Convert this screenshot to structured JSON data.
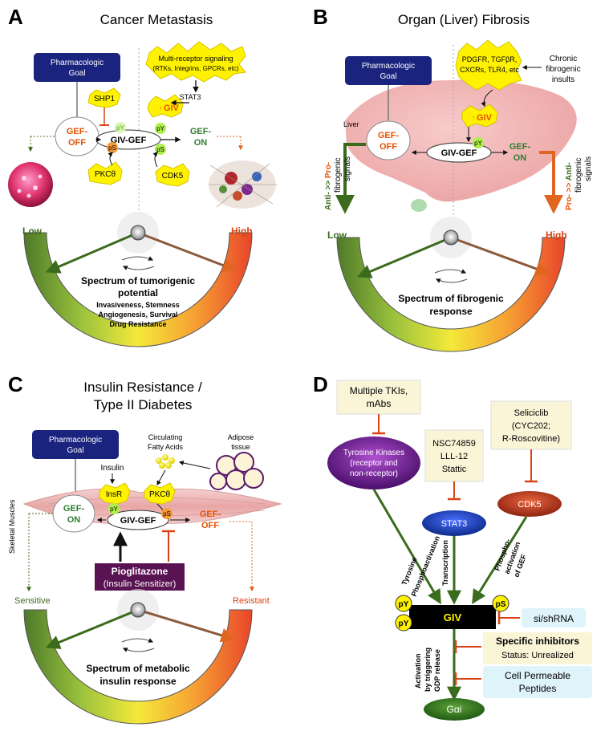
{
  "panelA": {
    "letter": "A",
    "title": "Cancer Metastasis",
    "pharm_goal": [
      "Pharmacologic",
      "Goal"
    ],
    "burst": [
      "Multi-receptor signaling",
      "(RTKs, Integrins, GPCRs, etc)"
    ],
    "stat3": "STAT3",
    "giv_up": "GIV",
    "shp1": "SHP1",
    "gef_off": [
      "GEF-",
      "OFF"
    ],
    "gef_on": [
      "GEF-",
      "ON"
    ],
    "giv_gef": "GIV-GEF",
    "py": "pY",
    "ps": "pS",
    "pkc": "PKCθ",
    "cdk5": "CDK5",
    "low": "Low",
    "high": "High",
    "spectrum": [
      "Spectrum of tumorigenic",
      "potential"
    ],
    "spectrum_sub": [
      "Invasiveness, Stemness",
      "Angiogenesis, Survival",
      "Drug Resistance"
    ]
  },
  "panelB": {
    "letter": "B",
    "title": "Organ (Liver) Fibrosis",
    "pharm_goal": [
      "Pharmacologic",
      "Goal"
    ],
    "burst": [
      "PDGFR, TGFβR,",
      "CXCRs, TLR4, etc"
    ],
    "chronic": [
      "Chronic",
      "fibrogenic",
      "insults"
    ],
    "giv_up": "GIV",
    "liver": "Liver",
    "gef_off": [
      "GEF-",
      "OFF"
    ],
    "gef_on": [
      "GEF-",
      "ON"
    ],
    "giv_gef": "GIV-GEF",
    "py": "pY",
    "left_vert": {
      "a": "Anti- >> ",
      "b": "Pro-",
      "c": "fibrogenic",
      "d": "signals"
    },
    "right_vert": {
      "a": "Pro- >> ",
      "b": "Anti-",
      "c": "fibrogenic",
      "d": "signals"
    },
    "low": "Low",
    "high": "High",
    "spectrum": [
      "Spectrum of fibrogenic",
      "response"
    ]
  },
  "panelC": {
    "letter": "C",
    "title": [
      "Insulin Resistance /",
      "Type II Diabetes"
    ],
    "pharm_goal": [
      "Pharmacologic",
      "Goal"
    ],
    "fatty": [
      "Circulating",
      "Fatty Acids"
    ],
    "adipose": [
      "Adipose",
      "tissue"
    ],
    "insulin": "Insulin",
    "insr": "InsR",
    "pkc": "PKCθ",
    "skeletal": "Skeletal Muscles",
    "gef_on": [
      "GEF-",
      "ON"
    ],
    "gef_off": [
      "GEF-",
      "OFF"
    ],
    "giv_gef": "GIV-GEF",
    "py": "pY",
    "ps": "pS",
    "pioglitazone": "Pioglitazone",
    "sensitizer": "(Insulin Sensitizer)",
    "sensitive": "Sensitive",
    "resistant": "Resistant",
    "spectrum": [
      "Spectrum of metabolic",
      "insulin response"
    ]
  },
  "panelD": {
    "letter": "D",
    "tki": [
      "Multiple TKIs,",
      "mAbs"
    ],
    "tyr_kinases": [
      "Tyrosine Kinases",
      "(receptor and",
      "non-receptor)"
    ],
    "nsc": [
      "NSC74859",
      "LLL-12",
      "Stattic"
    ],
    "seliciclib": [
      "Seliciclib",
      "(CYC202;",
      "R-Roscovitine)"
    ],
    "stat3": "STAT3",
    "cdk5": "CDK5",
    "tyr_phospho": [
      "Tyrosine",
      "Phosphoactivation"
    ],
    "transcription": "Transcription",
    "ser_phospho": [
      "Phospho-",
      "activation",
      "of GEF"
    ],
    "py": "pY",
    "ps": "pS",
    "giv": "GIV",
    "sishrna": "si/shRNA",
    "specific": "Specific inhibitors",
    "status": "Status: Unrealized",
    "activation": [
      "Activation",
      "by triggering",
      "GDP release"
    ],
    "peptides": [
      "Cell Permeable",
      "Peptides"
    ],
    "gai": "Gαi"
  },
  "colors": {
    "navy": "#1a237e",
    "burst": "#fff200",
    "gef_off": "#e65100",
    "gef_on": "#2e7d32",
    "inhibitor": "#d84315",
    "activator": "#33691e",
    "purple_kinase": "#5e1a7e",
    "stat3_blue": "#1e3a9f",
    "cdk5_red": "#b03a1c",
    "pioglitazone": "#5a1352"
  },
  "icons": [
    "gauge-dial-icon",
    "burst-star-icon",
    "cancer-cell-icon",
    "liver-organ-icon",
    "muscle-icon",
    "adipose-cells-icon",
    "fatty-acid-droplets-icon"
  ]
}
